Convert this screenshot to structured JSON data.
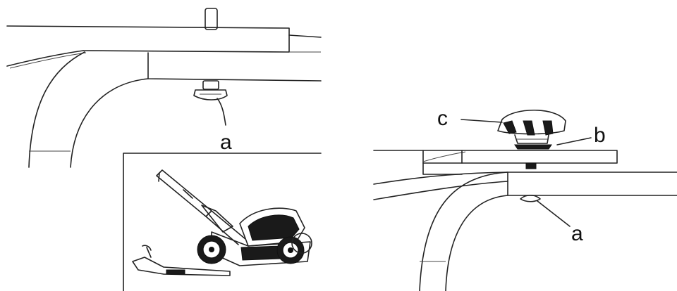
{
  "labels": {
    "left_a": "a",
    "right_a": "a",
    "right_b": "b",
    "right_c": "c"
  },
  "colors": {
    "line": "#222222",
    "background": "#ffffff"
  }
}
